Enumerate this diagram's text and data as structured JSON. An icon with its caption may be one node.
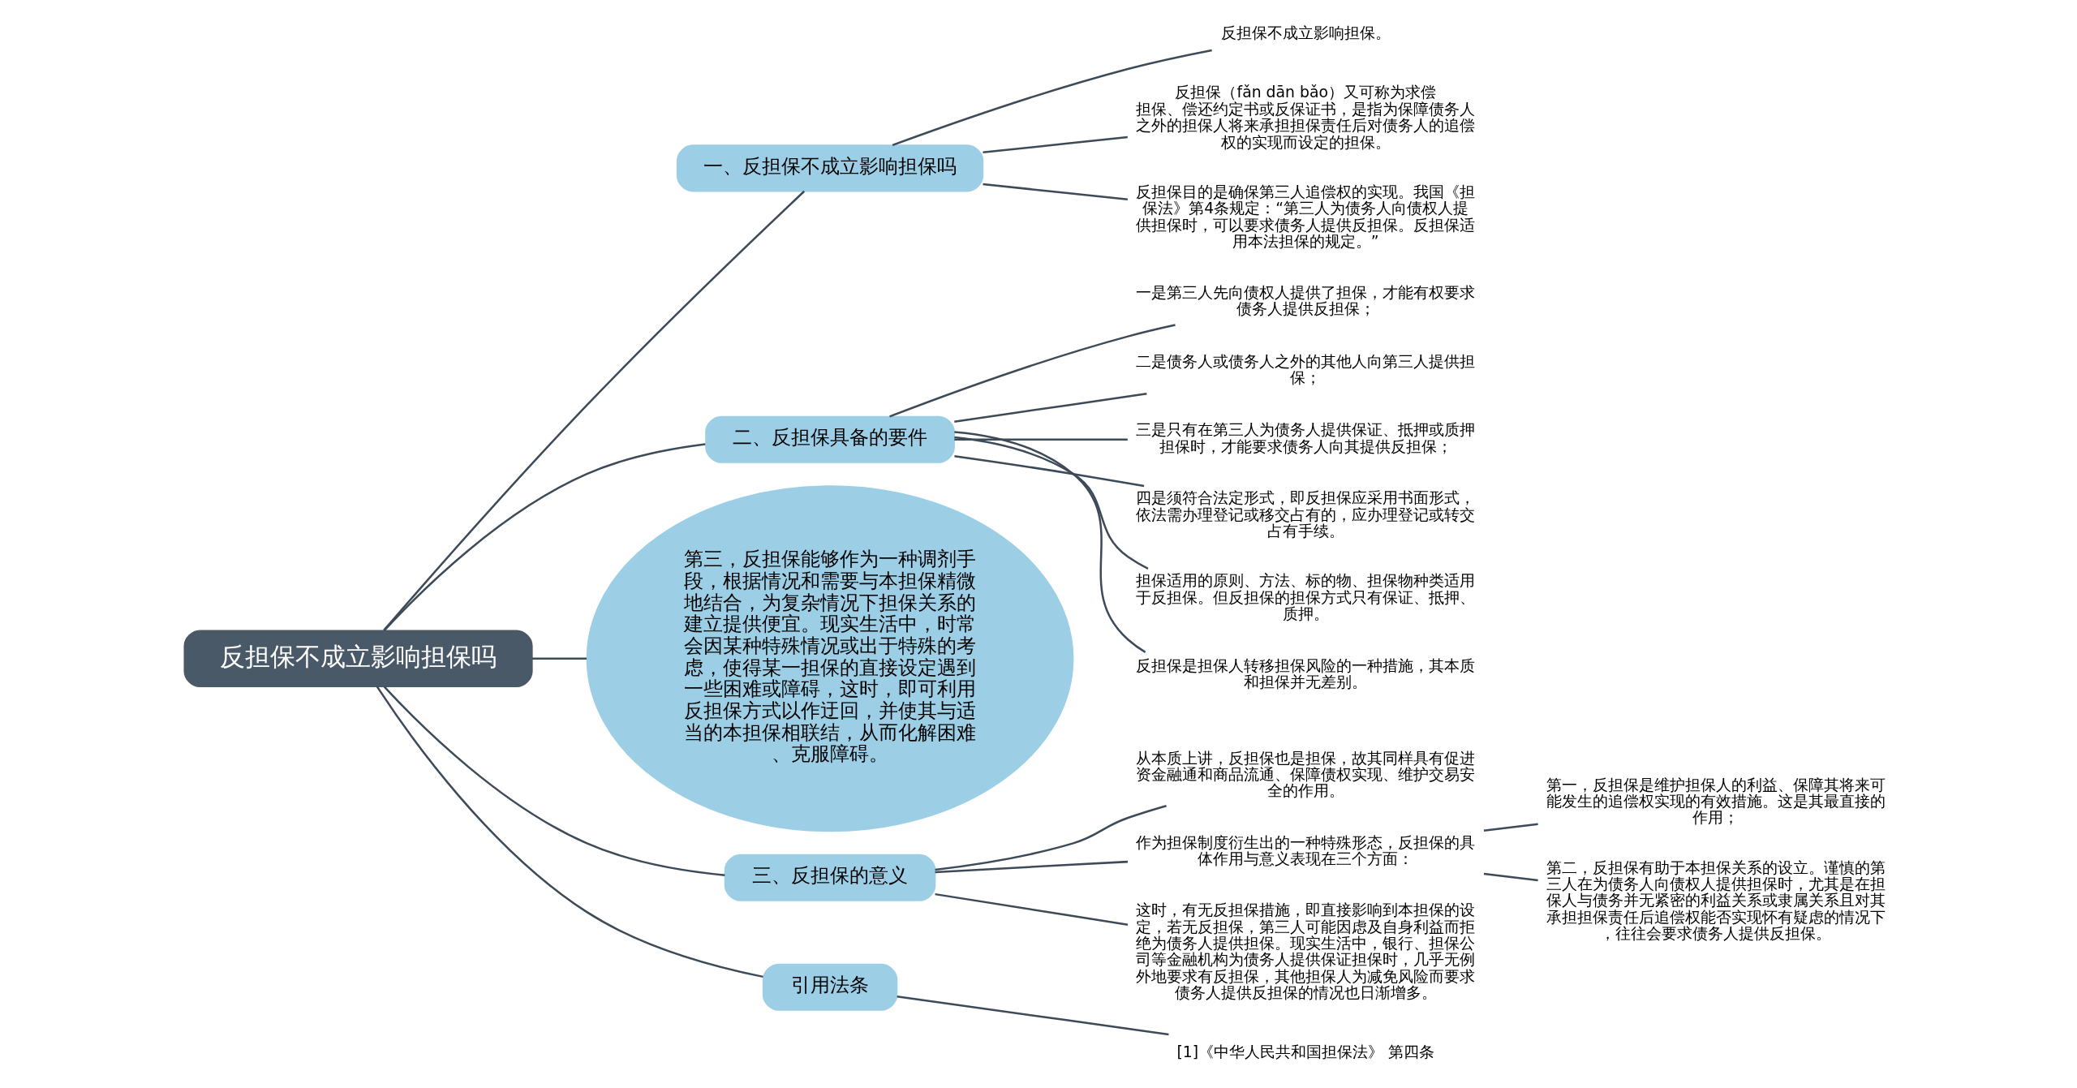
{
  "diagram": {
    "nodes": [
      {
        "text": [
          "反担保不成立影响担保吗"
        ]
      },
      {
        "text": [
          "一、反担保不成立影响担保吗"
        ]
      },
      {
        "text": [
          "反担保不成立影响担保。"
        ]
      },
      {
        "text": [
          "反担保（fǎn dān bǎo）又可称为求偿担保、偿还约定书或反保证书，是指为保障债务人之外的担保人将来承担担保责任后对债务人的追偿权的实现而设定的担保。"
        ]
      },
      {
        "text": [
          "反担保目的是确保第三人追偿权的实现。我国《担保法》第4条规定：“第三人为债务人向债权人提供担保时，可以要求债务人提供反担保。反担保适用本法担保的规定。”"
        ]
      },
      {
        "text": [
          "二、反担保具备的要件"
        ]
      },
      {
        "text": [
          "一是第三人先向债权人提供了担保，才能有权要求债务人提供反担保；"
        ]
      },
      {
        "text": [
          "二是债务人或债务人之外的其他人向第三人提供担保；"
        ]
      },
      {
        "text": [
          "三是只有在第三人为债务人提供保证、抵押或质押担保时，才能要求债务人向其提供反担保；"
        ]
      },
      {
        "text": [
          "四是须符合法定形式，即反担保应采用书面形式，依法需办理登记或移交占有的，应办理登记或转交占有手续。"
        ]
      },
      {
        "text": [
          "担保适用的原则、方法、标的物、担保物种类适用于反担保。但反担保的担保方式只有保证、抵押、质押。"
        ]
      },
      {
        "text": [
          "反担保是担保人转移担保风险的一种措施，其本质和担保并无差别。"
        ]
      },
      {
        "text": [
          "第三，反担保能够作为一种调剂手段，根据情况和需要与本担保精微地结合，为复杂情况下担保关系的建立提供便宜。现实生活中，时常会因某种特殊情况或出于特殊的考虑，使得某一担保的直接设定遇到一些困难或障碍，这时，即可利用反担保方式以作迂回，并使其与适当的本担保相联结，从而化解困难、克服障碍。"
        ]
      },
      {
        "text": [
          "三、反担保的意义"
        ]
      },
      {
        "text": [
          "从本质上讲，反担保也是担保，故其同样具有促进资金融通和商品流通、保障债权实现、维护交易安全的作用。"
        ]
      },
      {
        "text": [
          "作为担保制度衍生出的一种特殊形态，反担保的具体作用与意义表现在三个方面："
        ]
      },
      {
        "text": [
          "第一，反担保是维护担保人的利益、保障其将来可能发生的追偿权实现的有效措施。这是其最直接的作用；"
        ]
      },
      {
        "text": [
          "第二，反担保有助于本担保关系的设立。谨慎的第三人在为债务人向债权人提供担保时，尤其是在担保人与债务并无紧密的利益关系或隶属关系且对其承担担保责任后追偿权能否实现怀有疑虑的情况下，往往会要求债务人提供反担保。"
        ]
      },
      {
        "text": [
          "这时，有无反担保措施，即直接影响到本担保的设定，若无反担保，第三人可能因虑及自身利益而拒绝为债务人提供担保。现实生活中，银行、担保公司等金融机构为债务人提供保证担保时，几乎无例外地要求有反担保，其他担保人为减免风险而要求债务人提供反担保的情况也日渐增多。"
        ]
      },
      {
        "text": [
          "引用法条"
        ]
      },
      {
        "text": [
          "[1]《中华人民共和国担保法》 第四条"
        ]
      }
    ],
    "edges": [
      {
        "from": 0,
        "to": 1,
        "arrow": "none"
      },
      {
        "from": 1,
        "to": 2,
        "arrow": "none"
      },
      {
        "from": 1,
        "to": 3,
        "arrow": "none"
      },
      {
        "from": 1,
        "to": 4,
        "arrow": "none"
      },
      {
        "from": 0,
        "to": 5,
        "arrow": "none"
      },
      {
        "from": 5,
        "to": 6,
        "arrow": "none"
      },
      {
        "from": 5,
        "to": 7,
        "arrow": "none"
      },
      {
        "from": 5,
        "to": 8,
        "arrow": "none"
      },
      {
        "from": 5,
        "to": 9,
        "arrow": "none"
      },
      {
        "from": 5,
        "to": 10,
        "arrow": "none"
      },
      {
        "from": 5,
        "to": 11,
        "arrow": "none"
      },
      {
        "from": 0,
        "to": 12,
        "arrow": "none"
      },
      {
        "from": 0,
        "to": 13,
        "arrow": "none"
      },
      {
        "from": 13,
        "to": 14,
        "arrow": "none"
      },
      {
        "from": 13,
        "to": 15,
        "arrow": "none"
      },
      {
        "from": 15,
        "to": 16,
        "arrow": "none"
      },
      {
        "from": 15,
        "to": 17,
        "arrow": "none"
      },
      {
        "from": 13,
        "to": 18,
        "arrow": "none"
      },
      {
        "from": 0,
        "to": 19,
        "arrow": "none"
      },
      {
        "from": 19,
        "to": 20,
        "arrow": "none"
      }
    ]
  }
}
